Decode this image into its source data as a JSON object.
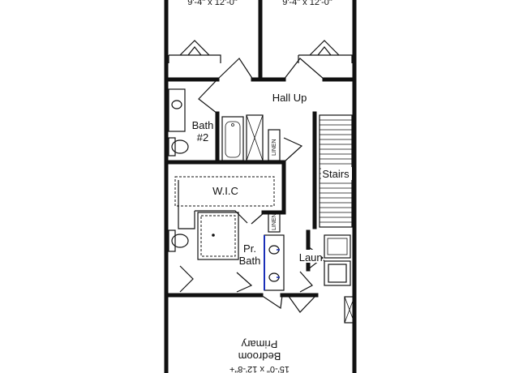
{
  "rooms": {
    "bed_left_dims": "9'-4\" x 12'-0\"",
    "bed_right_dims": "9'-4\" x 12'-0\"",
    "hall": "Hall Up",
    "bath2_line1": "Bath",
    "bath2_line2": "#2",
    "linen_upper": "LINEN",
    "stairs": "Stairs",
    "wic": "W.I.C",
    "linen_lower": "LINEN",
    "prbath_line1": "Pr.",
    "prbath_line2": "Bath",
    "laundry": "Laun.",
    "primary_line1": "Primary",
    "primary_line2": "Bedroom",
    "primary_dims": "15'-0\" x 12'-8\"+"
  },
  "colors": {
    "wall": "#111111",
    "vanity_accent": "#1a2fb8"
  }
}
